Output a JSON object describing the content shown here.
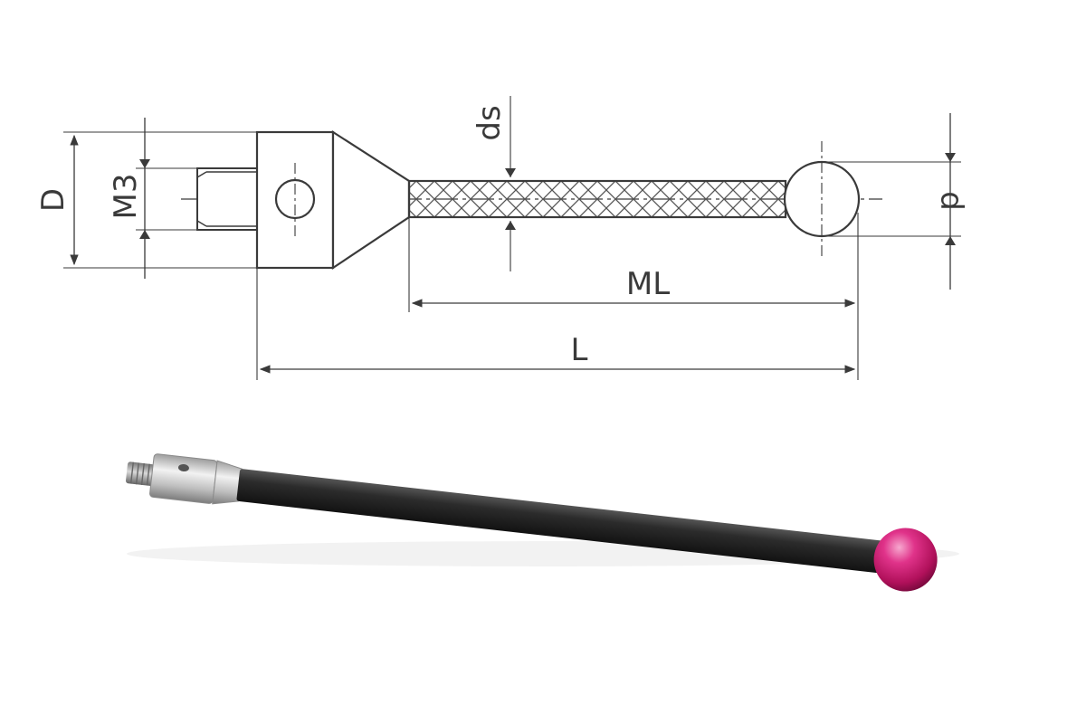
{
  "labels": {
    "D": "D",
    "M3": "M3",
    "ds": "ds",
    "d": "d",
    "ML": "ML",
    "L": "L"
  },
  "colors": {
    "line": "#3a3a3a",
    "hatch": "#555555",
    "shaft": "#2a2a2a",
    "ruby": "#d81b72",
    "steel": "#c8c8c8"
  }
}
